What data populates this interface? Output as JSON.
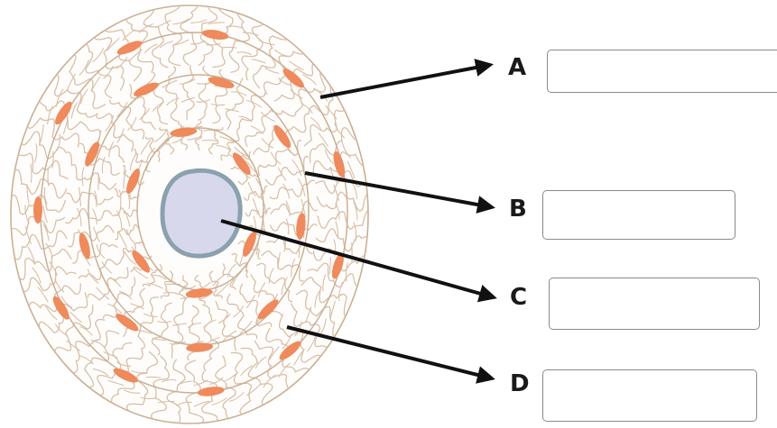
{
  "labels": {
    "a": "A",
    "b": "B",
    "c": "C",
    "d": "D"
  },
  "answers": {
    "a": "",
    "b": "",
    "c": "",
    "d": ""
  },
  "colors": {
    "fibre_outline": "#d6bfa8",
    "ring_outline": "#c9b096",
    "osteocyte": "#ef8a5c",
    "canal_fill": "#d8d8ec",
    "canal_border": "#8aa1ae",
    "arrow": "#111111",
    "box_border": "#8a8a8a"
  }
}
